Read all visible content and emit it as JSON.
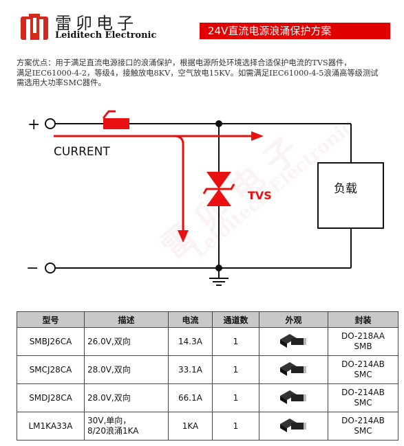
{
  "header": {
    "brand_cn": "雷卯电子",
    "brand_en": "Leiditech Electronic",
    "title": "24V直流电源浪涌保护方案",
    "logo_color": "#d42a1e"
  },
  "description": [
    "方案优点：用于满足直流电源接口的浪涌保护，根据电源所处环境选择合适保护电流的TVS器件，",
    "满足IEC61000-4-2，等级4，接触放电8KV，空气放电15KV。如需满足IEC61000-4-5浪涌高等级测试",
    "需选用大功率SMC器件。"
  ],
  "diagram": {
    "plus": "+",
    "minus": "−",
    "current_label": "CURRENT",
    "tvs_label": "TVS",
    "load_label": "负载",
    "accent_color": "#e81010"
  },
  "table": {
    "headers": [
      "型号",
      "描述",
      "电流",
      "通道数",
      "外观",
      "封装"
    ],
    "rows": [
      {
        "model": "SMBJ26CA",
        "desc": [
          "26.0V,双向"
        ],
        "current": "14.3A",
        "channels": "1",
        "package": [
          "DO-218AA",
          "SMB"
        ]
      },
      {
        "model": "SMCJ28CA",
        "desc": [
          "28.0V,双向"
        ],
        "current": "33.1A",
        "channels": "1",
        "package": [
          "DO-214AB",
          "SMC"
        ]
      },
      {
        "model": "SMDJ28CA",
        "desc": [
          "28.0V,双向"
        ],
        "current": "66.1A",
        "channels": "1",
        "package": [
          "DO-214AB",
          "SMC"
        ]
      },
      {
        "model": "LM1KA33A",
        "desc": [
          "30V,单向，",
          "8/20浪涌1KA"
        ],
        "current": "1KA",
        "channels": "1",
        "package": [
          "DO-214AB",
          "SMC"
        ]
      }
    ],
    "header_bg": "#c8c8c8"
  }
}
